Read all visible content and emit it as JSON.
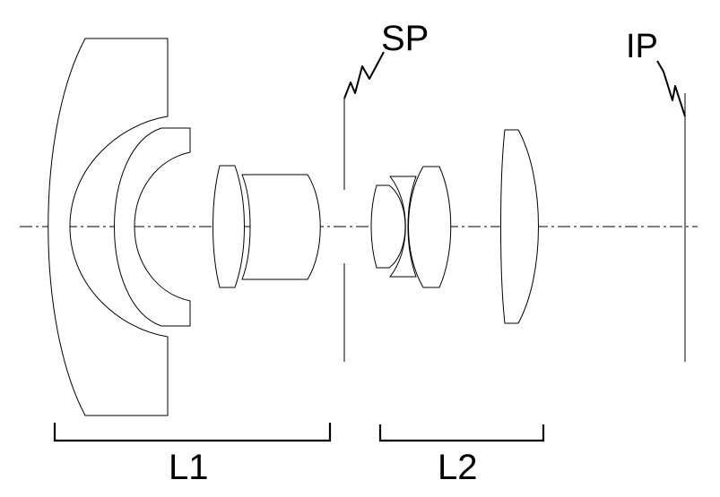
{
  "labels": {
    "aperture_stop": "SP",
    "image_plane": "IP",
    "group_1": "L1",
    "group_2": "L2"
  },
  "colors": {
    "line": "#000000",
    "background": "#ffffff"
  }
}
